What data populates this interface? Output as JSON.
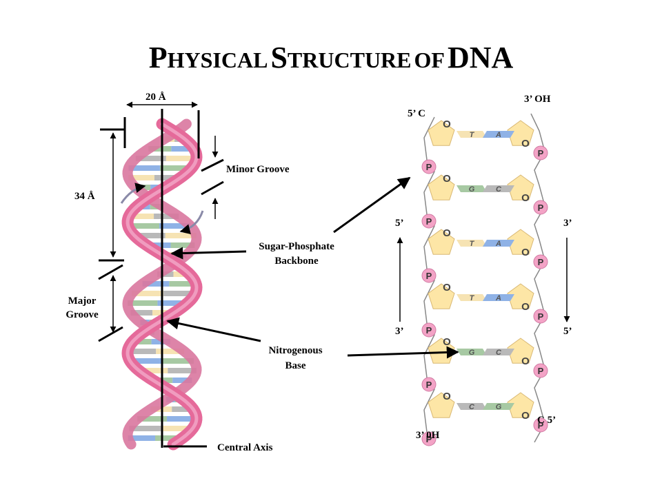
{
  "title": {
    "w1_cap": "P",
    "w1_rest": "HYSICAL",
    "w2_cap": "S",
    "w2_rest": "TRUCTURE",
    "w3": "OF",
    "w4": "DNA"
  },
  "helix_labels": {
    "width": "20 Å",
    "pitch": "34 Å",
    "minor_groove": "Minor Groove",
    "major_groove_1": "Major",
    "major_groove_2": "Groove",
    "backbone_1": "Sugar-Phosphate",
    "backbone_2": "Backbone",
    "base_1": "Nitrogenous",
    "base_2": "Base",
    "central_axis": "Central Axis"
  },
  "ladder_labels": {
    "top_left": "5’ C",
    "top_right": "3’ OH",
    "mid_left_top": "5’",
    "mid_left_bottom": "3’",
    "mid_right_top": "3’",
    "mid_right_bottom": "5’",
    "bottom_left": "3’ 0H",
    "bottom_right": "C 5’"
  },
  "ladder": {
    "phosphate_letter": "P",
    "oxygen_letter": "O",
    "base_pairs": [
      {
        "left": "T",
        "right": "A"
      },
      {
        "left": "G",
        "right": "C"
      },
      {
        "left": "T",
        "right": "A"
      },
      {
        "left": "T",
        "right": "A"
      },
      {
        "left": "G",
        "right": "C"
      },
      {
        "left": "C",
        "right": "G"
      }
    ]
  },
  "colors": {
    "backbone_pink": "#e56a9a",
    "backbone_dark": "#c23a73",
    "sugar_yellow": "#fde6a6",
    "phosphate_pink": "#f3a3c6",
    "base_blue": "#8fb2e6",
    "base_green": "#a7c9a3",
    "base_cream": "#f6e3b3",
    "base_gray": "#b9b9b9"
  }
}
